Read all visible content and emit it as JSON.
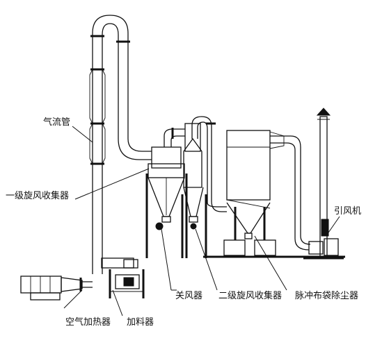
{
  "labels": {
    "air_pipe": "气流管",
    "primary_cyclone": "一级旋风收集器",
    "air_heater": "空气加热器",
    "feeder": "加料器",
    "air_lock": "关风器",
    "secondary_cyclone": "二级旋风收集器",
    "pulse_bag_filter": "脉冲布袋除尘器",
    "induced_fan": "引风机"
  },
  "colors": {
    "line": "#111111",
    "background": "#ffffff"
  }
}
